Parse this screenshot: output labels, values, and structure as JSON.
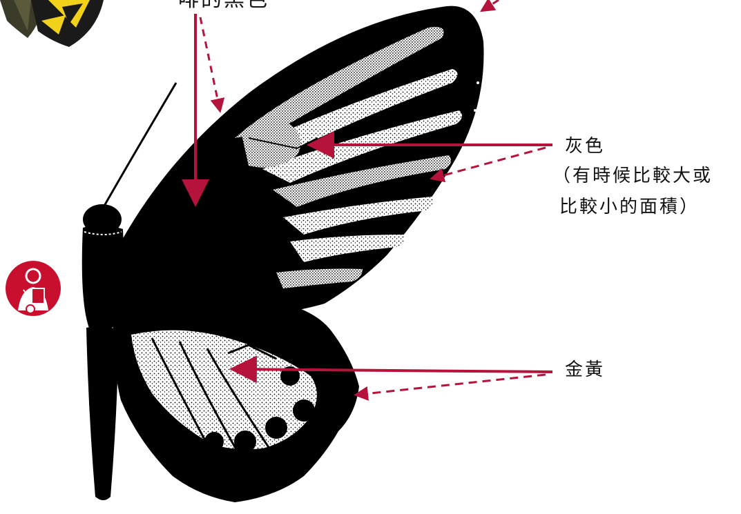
{
  "labels": {
    "top_partial": "啡的黑色",
    "grey": "灰色",
    "grey_note_line1": "（有時候比較大或",
    "grey_note_line2": "比較小的面積）",
    "gold": "金黃"
  },
  "icons": {
    "reader_badge": "reader-with-magnifier-icon",
    "butterfly_thumbnail": "butterfly-thumbnail-icon"
  },
  "colors": {
    "arrow": "#b5123c",
    "wing": "#000000",
    "badge": "#c8102e",
    "butterfly_yellow": "#f2d11b",
    "text": "#111111"
  }
}
